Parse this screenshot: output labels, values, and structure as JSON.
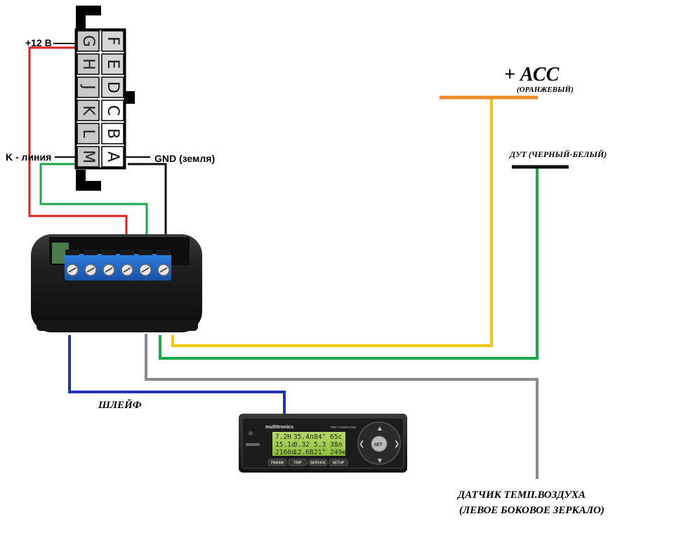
{
  "connector": {
    "pins_left": [
      "G",
      "H",
      "J",
      "K",
      "L",
      "M"
    ],
    "pins_right": [
      "F",
      "E",
      "D",
      "C",
      "B",
      "A"
    ]
  },
  "labels": {
    "plus12": "+12 В",
    "k_line": "K - линия",
    "gnd": "GND (земля)",
    "acc": "+ АСС",
    "acc_sub": "(ОРАНЖЕВЫЙ)",
    "dut": "ДУТ (ЧЕРНЫЙ-БЕЛЫЙ)",
    "shleif": "ШЛЕЙФ",
    "sensor_line1": "ДАТЧИК ТЕМП.ВОЗДУХА",
    "sensor_line2": "(ЛЕВОЕ БОКОВОЕ ЗЕРКАЛО)"
  },
  "trip_computer": {
    "brand": "multitronics",
    "model_tag": "TRIP COMPUTER",
    "display_rows": [
      [
        "7.2H",
        "35.4л",
        "84°",
        "65c"
      ],
      [
        "15.1c",
        "0.32",
        "5.3",
        "38л"
      ],
      [
        "2160о",
        "12.6В",
        "21°",
        "249к"
      ]
    ],
    "buttons": [
      "PARAM",
      "TRIP",
      "SERVICE",
      "SETUP"
    ],
    "set_label": "SET"
  },
  "colors": {
    "red": "#e0201c",
    "green": "#1aa84a",
    "black": "#111111",
    "yellow": "#f2c80f",
    "orange": "#f08a2a",
    "blue": "#2632b8",
    "grey": "#8a8a8a"
  }
}
